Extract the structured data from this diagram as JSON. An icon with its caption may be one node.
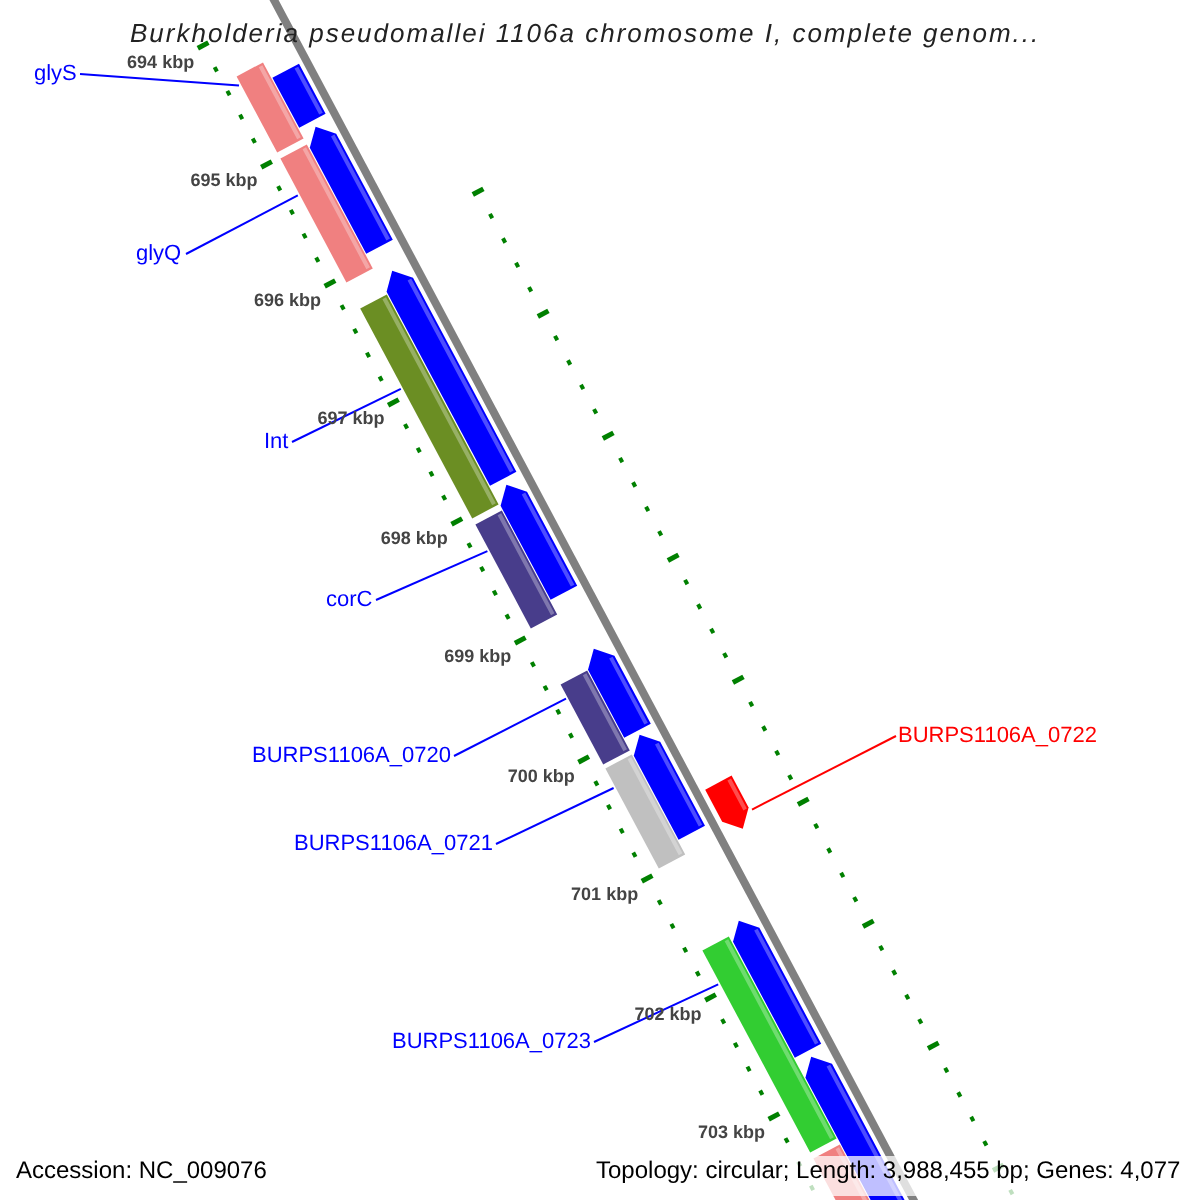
{
  "diagram": {
    "title": "Burkholderia pseudomallei 1106a chromosome I, complete genom...",
    "nodes": [
      {
        "text": [
          "glyS"
        ]
      },
      {
        "text": [],
        "shape": "bar"
      },
      {
        "text": [
          "glyQ"
        ]
      },
      {
        "text": [],
        "shape": "bar"
      },
      {
        "text": [
          "Int"
        ]
      },
      {
        "text": [],
        "shape": "bar"
      },
      {
        "text": [
          "corC"
        ]
      },
      {
        "text": [],
        "shape": "bar"
      },
      {
        "text": [
          "BURPS1106A_0720"
        ]
      },
      {
        "text": [],
        "shape": "bar"
      },
      {
        "text": [
          "BURPS1106A_0721"
        ]
      },
      {
        "text": [],
        "shape": "bar"
      },
      {
        "text": [
          "BURPS1106A_0722"
        ]
      },
      {
        "text": [],
        "shape": "bar"
      },
      {
        "text": [
          "BURPS1106A_0723"
        ]
      },
      {
        "text": [],
        "shape": "bar"
      }
    ],
    "edges": [
      {
        "from": 0,
        "to": 1,
        "arrow": "none"
      },
      {
        "from": 2,
        "to": 3,
        "arrow": "none"
      },
      {
        "from": 4,
        "to": 5,
        "arrow": "none"
      },
      {
        "from": 6,
        "to": 7,
        "arrow": "none"
      },
      {
        "from": 8,
        "to": 9,
        "arrow": "none"
      },
      {
        "from": 10,
        "to": 11,
        "arrow": "none"
      },
      {
        "from": 12,
        "to": 13,
        "arrow": "none",
        "color": "#ff0000"
      },
      {
        "from": 14,
        "to": 15,
        "arrow": "none"
      }
    ],
    "labels": [
      "694 kbp",
      "695 kbp",
      "696 kbp",
      "697 kbp",
      "698 kbp",
      "699 kbp",
      "700 kbp",
      "701 kbp",
      "702 kbp",
      "703 kbp",
      "Accession: NC_009076",
      "Topology: circular; Length: 3,988,455 bp; Genes: 4,077"
    ]
  }
}
